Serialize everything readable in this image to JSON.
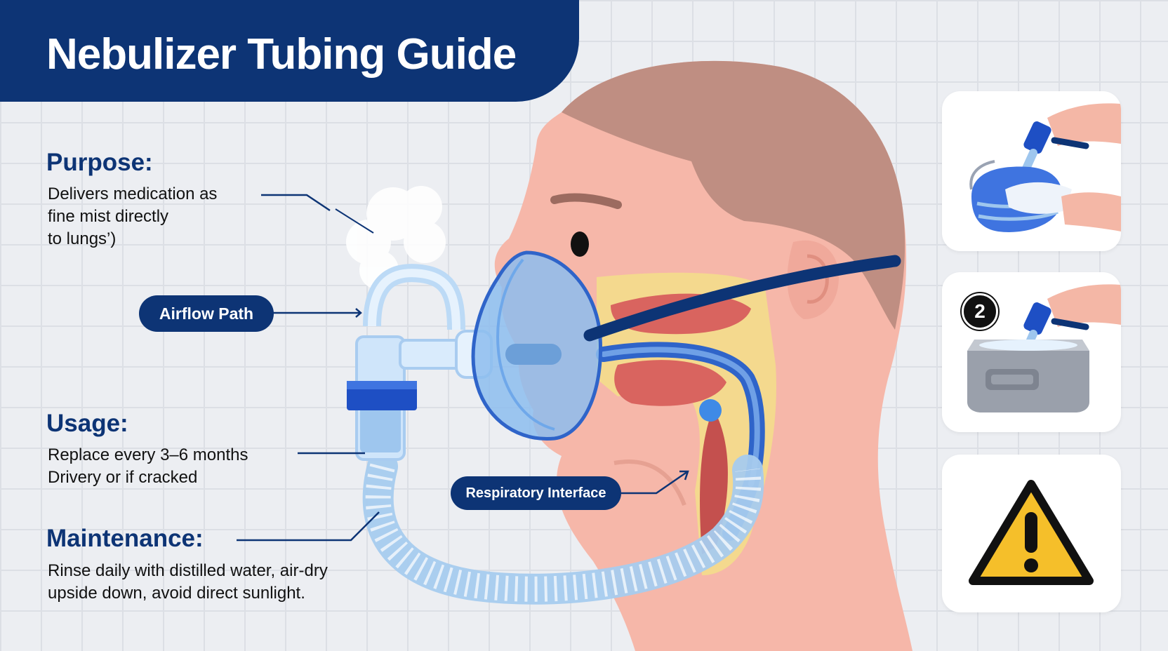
{
  "title": "Nebulizer Tubing Guide",
  "sections": {
    "purpose": {
      "heading": "Purpose:",
      "lines": [
        "Delivers medication as",
        "fine mist directly",
        "to lungs’)"
      ]
    },
    "usage": {
      "heading": "Usage:",
      "lines": [
        "Replace every 3–6 months",
        "Drivery or if cracked"
      ]
    },
    "maintenance": {
      "heading": "Maintenance:",
      "lines": [
        "Rinse daily with distilled water, air-dry",
        "upside down,  avoid direct sunlight."
      ]
    }
  },
  "labels": {
    "airflow": "Airflow Path",
    "interface": "Respiratory Interface"
  },
  "steps": {
    "step2_badge": "2"
  },
  "icons": [
    "cleaning-mask-icon",
    "soaking-basin-icon",
    "warning-icon"
  ],
  "colors": {
    "navy": "#0d3475",
    "tube_blue": "#9ec6ee",
    "skin": "#f6b7a9",
    "hair": "#bf8e82",
    "warning_yellow": "#f5bf2a"
  }
}
